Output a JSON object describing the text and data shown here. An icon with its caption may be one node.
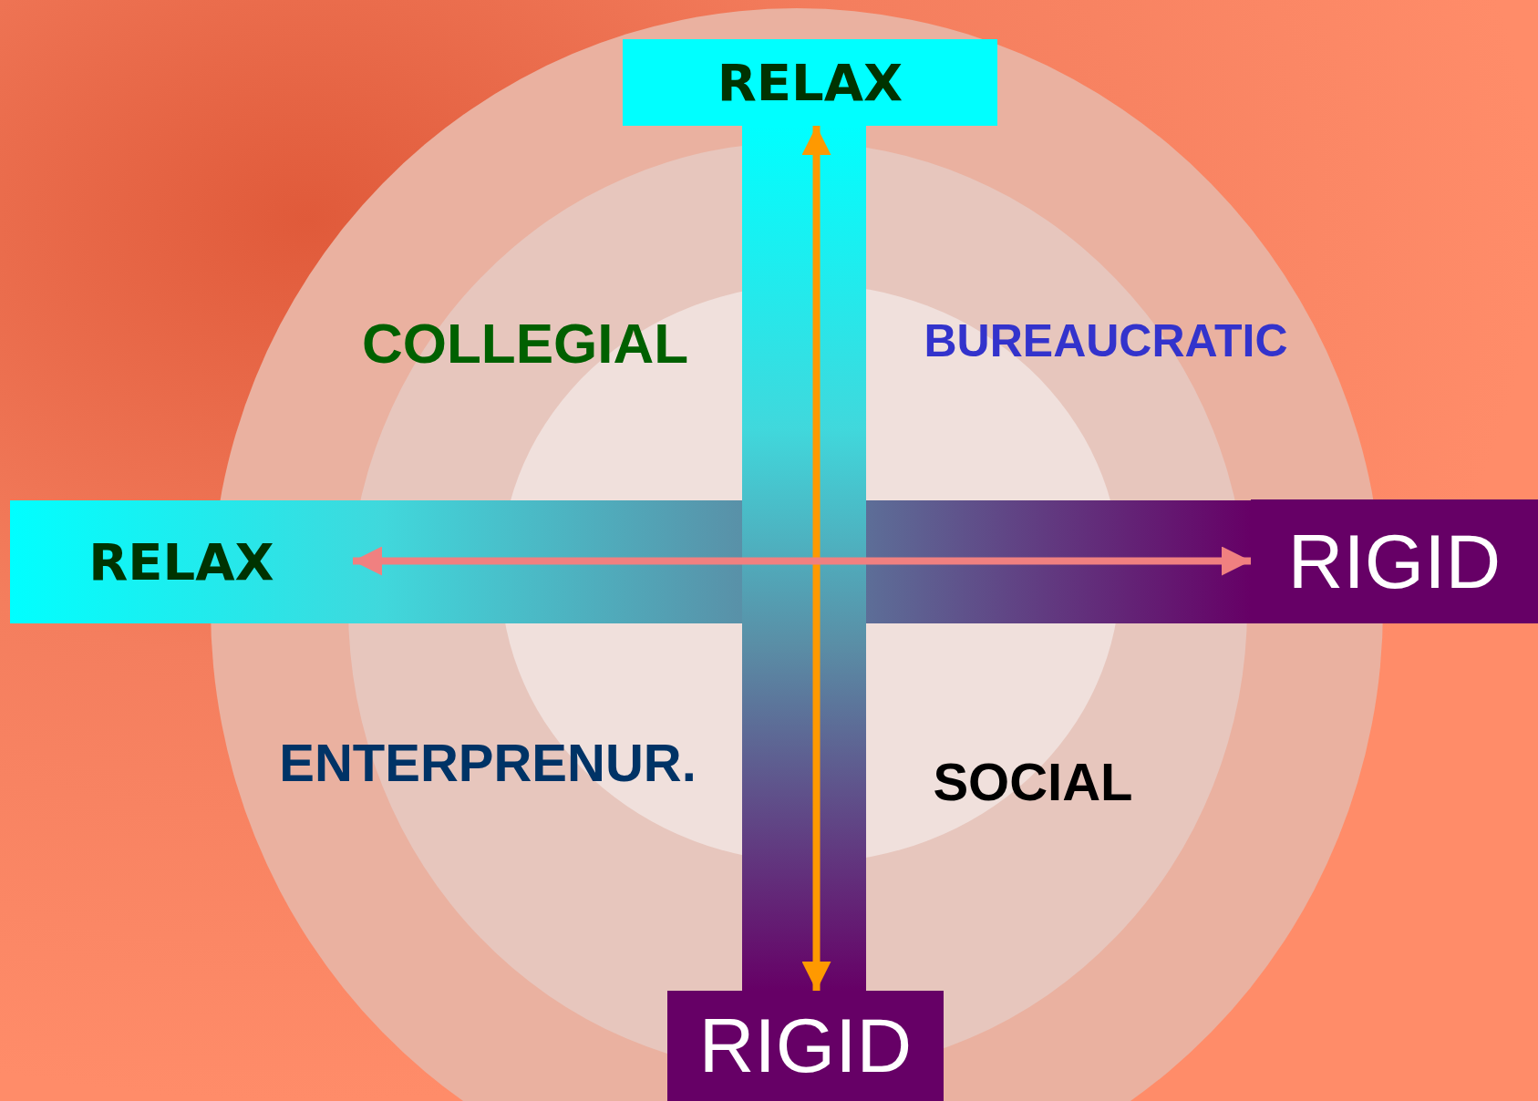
{
  "diagram": {
    "nodes": [
      {
        "text": [
          "RELAX"
        ]
      },
      {
        "text": [
          "RIGID"
        ]
      },
      {
        "text": [
          "RELAX"
        ]
      },
      {
        "text": [
          "RIGID"
        ]
      }
    ],
    "edges": [
      {
        "from": 0,
        "to": 1,
        "arrow": "both",
        "color": "#ff9900"
      },
      {
        "from": 2,
        "to": 3,
        "arrow": "both",
        "color": "#f08080"
      }
    ],
    "labels": [
      "COLLEGIAL",
      "BUREAUCRATIC",
      "ENTERPRENUR.",
      "SOCIAL"
    ]
  }
}
